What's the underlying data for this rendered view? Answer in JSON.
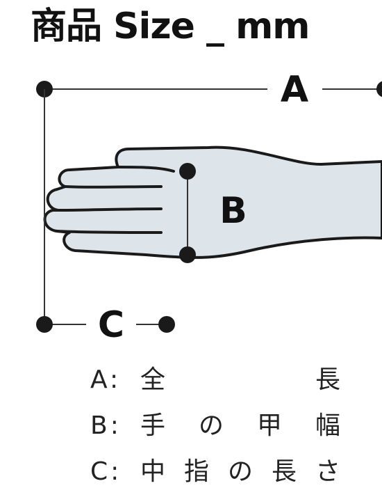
{
  "title": "商品 Size _ mm",
  "dimensions": {
    "a_label": "A",
    "b_label": "B",
    "c_label": "C"
  },
  "legend": [
    {
      "key": "A:",
      "desc": "全 長"
    },
    {
      "key": "B:",
      "desc": "手 の 甲 幅"
    },
    {
      "key": "C:",
      "desc": "中 指 の 長 さ"
    }
  ],
  "colors": {
    "glove_fill": "#dde4ea",
    "outline": "#1a1a1a",
    "text": "#111111"
  }
}
